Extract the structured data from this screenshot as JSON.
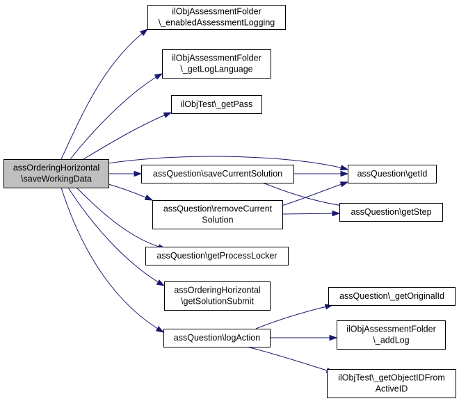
{
  "diagram": {
    "type": "call-graph",
    "colors": {
      "edge": "#191970",
      "root_fill": "#bfbfbf",
      "node_fill": "#ffffff",
      "border": "#000000"
    },
    "nodes": [
      {
        "id": "root",
        "lines": [
          "assOrderingHorizontal",
          "\\saveWorkingData"
        ],
        "root": true
      },
      {
        "id": "enabledLogging",
        "lines": [
          "ilObjAssessmentFolder",
          "\\_enabledAssessmentLogging"
        ]
      },
      {
        "id": "getLogLanguage",
        "lines": [
          "ilObjAssessmentFolder",
          "\\_getLogLanguage"
        ]
      },
      {
        "id": "getPass",
        "lines": [
          "ilObjTest\\_getPass"
        ]
      },
      {
        "id": "saveCurrentSolution",
        "lines": [
          "assQuestion\\saveCurrentSolution"
        ]
      },
      {
        "id": "getId",
        "lines": [
          "assQuestion\\getId"
        ]
      },
      {
        "id": "removeCurrentSolution",
        "lines": [
          "assQuestion\\removeCurrent",
          "Solution"
        ]
      },
      {
        "id": "getStep",
        "lines": [
          "assQuestion\\getStep"
        ]
      },
      {
        "id": "getProcessLocker",
        "lines": [
          "assQuestion\\getProcessLocker"
        ]
      },
      {
        "id": "getSolutionSubmit",
        "lines": [
          "assOrderingHorizontal",
          "\\getSolutionSubmit"
        ]
      },
      {
        "id": "logAction",
        "lines": [
          "assQuestion\\logAction"
        ]
      },
      {
        "id": "getOriginalId",
        "lines": [
          "assQuestion\\_getOriginalId"
        ]
      },
      {
        "id": "addLog",
        "lines": [
          "ilObjAssessmentFolder",
          "\\_addLog"
        ]
      },
      {
        "id": "getObjectIDFromActiveID",
        "lines": [
          "ilObjTest\\_getObjectIDFrom",
          "ActiveID"
        ]
      }
    ],
    "edges": [
      {
        "from": "root",
        "to": "enabledLogging"
      },
      {
        "from": "root",
        "to": "getLogLanguage"
      },
      {
        "from": "root",
        "to": "getPass"
      },
      {
        "from": "root",
        "to": "getId"
      },
      {
        "from": "root",
        "to": "saveCurrentSolution"
      },
      {
        "from": "root",
        "to": "removeCurrentSolution"
      },
      {
        "from": "root",
        "to": "getProcessLocker"
      },
      {
        "from": "root",
        "to": "getSolutionSubmit"
      },
      {
        "from": "root",
        "to": "logAction"
      },
      {
        "from": "saveCurrentSolution",
        "to": "getId"
      },
      {
        "from": "saveCurrentSolution",
        "to": "getStep"
      },
      {
        "from": "removeCurrentSolution",
        "to": "getId"
      },
      {
        "from": "removeCurrentSolution",
        "to": "getStep"
      },
      {
        "from": "logAction",
        "to": "getOriginalId"
      },
      {
        "from": "logAction",
        "to": "addLog"
      },
      {
        "from": "logAction",
        "to": "getObjectIDFromActiveID"
      }
    ]
  }
}
